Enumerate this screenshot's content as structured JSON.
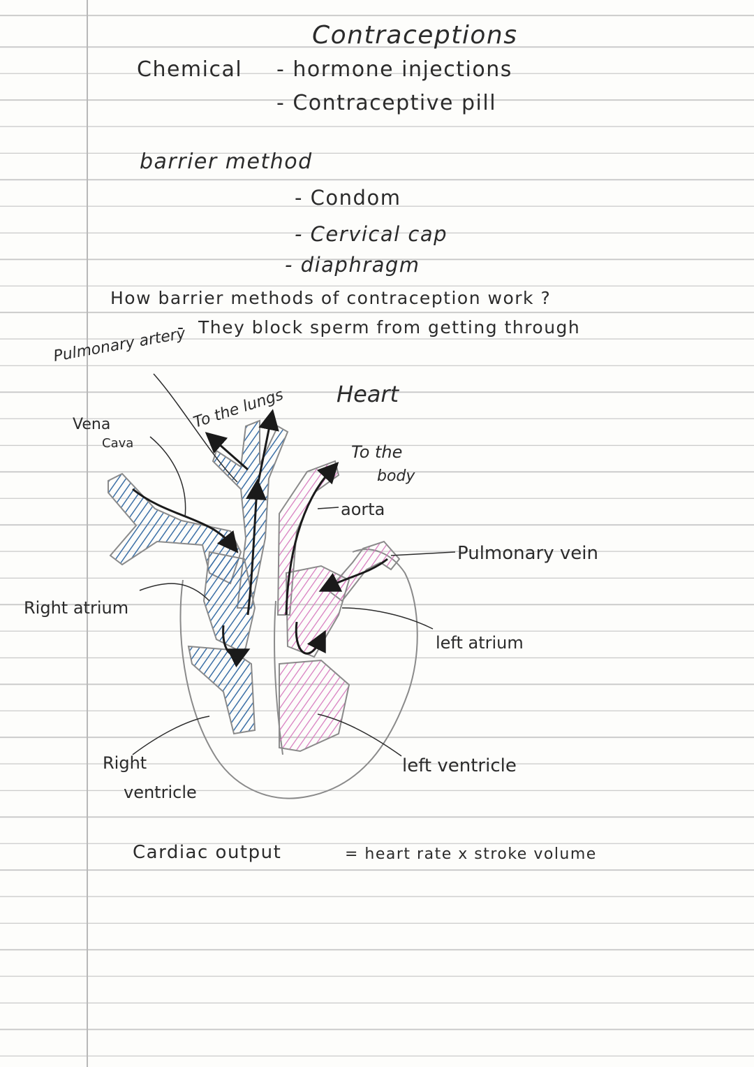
{
  "title": "Contraceptions",
  "chemical": {
    "label": "Chemical",
    "items": [
      "- hormone injections",
      "- Contraceptive pill"
    ]
  },
  "barrier": {
    "label": "barrier method",
    "items": [
      "- Condom",
      "- Cervical cap",
      "- diaphragm"
    ]
  },
  "question": "How barrier methods of contraception work ?",
  "answer": "They block sperm from getting through",
  "heart": {
    "title": "Heart",
    "labels": {
      "pulmonary_artery": "Pulmonary artery",
      "vena_cava_line1": "Vena",
      "vena_cava_line2": "Cava",
      "to_lungs": "To the lungs",
      "to_body_line1": "To the",
      "to_body_line2": "body",
      "aorta": "aorta",
      "pulmonary_vein": "Pulmonary vein",
      "right_atrium": "Right atrium",
      "left_atrium": "left atrium",
      "right_ventricle_line1": "Right",
      "right_ventricle_line2": "ventricle",
      "left_ventricle": "left ventricle"
    },
    "colors": {
      "deoxygenated": "#3b6fa6",
      "oxygenated": "#d77bbf",
      "outline": "#8a8a8a",
      "arrows": "#1a1a1a"
    }
  },
  "formula": {
    "lhs": "Cardiac output",
    "rhs": "= heart rate x stroke volume"
  }
}
